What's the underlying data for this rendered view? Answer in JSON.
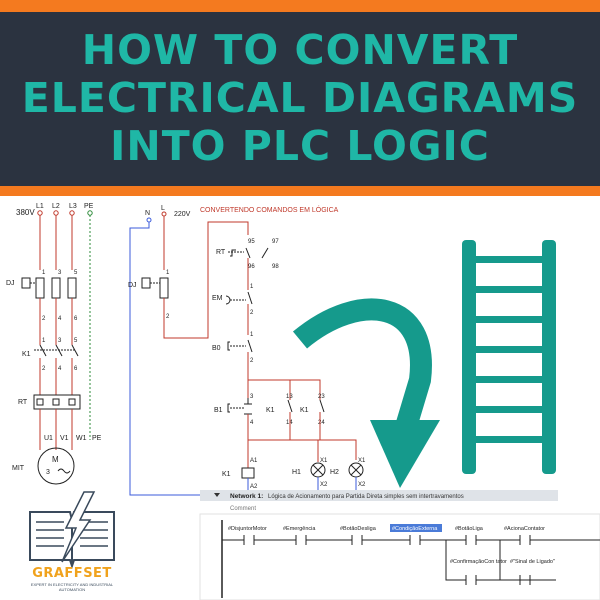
{
  "banner": {
    "title_lines": [
      "HOW TO CONVERT",
      "ELECTRICAL DIAGRAMS",
      "INTO PLC LOGIC"
    ],
    "title_color": "#1fb7a6",
    "background_color": "#2b3340",
    "stripe_color": "#f47a1f"
  },
  "power_circuit": {
    "voltage": "380V",
    "phases": [
      "L1",
      "L2",
      "L3",
      "PE"
    ],
    "breaker_label": "DJ",
    "contactor_label": "K1",
    "relay_label": "RT",
    "terminals_top": [
      "1",
      "3",
      "5"
    ],
    "terminals_bottom": [
      "2",
      "4",
      "6"
    ],
    "motor_terminals": [
      "U1",
      "V1",
      "W1",
      "PE"
    ],
    "motor_label": "MIT",
    "motor_symbol_m": "M",
    "motor_symbol_phase": "3"
  },
  "control_circuit": {
    "title": "CONVERTENDO COMANDOS EM LÓGICA",
    "supply_n": "N",
    "supply_l": "L",
    "voltage": "220V",
    "breaker_label": "DJ",
    "rt_label": "RT",
    "rt_terminals": [
      "95",
      "96",
      "97",
      "98"
    ],
    "em_label": "EM",
    "b0_label": "B0",
    "b1_label": "B1",
    "k1_label": "K1",
    "k1_contacts_a": [
      "13",
      "14"
    ],
    "k1_contacts_b": [
      "23",
      "24"
    ],
    "contact_numbers": [
      "1",
      "2",
      "3",
      "4"
    ],
    "coil_terminals": [
      "A1",
      "A2"
    ],
    "lamps": [
      {
        "label": "H1",
        "terminals": [
          "X1",
          "X2"
        ]
      },
      {
        "label": "H2",
        "terminals": [
          "X1",
          "X2"
        ]
      }
    ]
  },
  "plc": {
    "network_label": "Network 1:",
    "network_desc": "Lógica de Acionamento para Partida Direta simples sem intertravamentos",
    "comment_label": "Comment",
    "contacts": [
      "#DisjuntorMotor",
      "#Emergência",
      "#BotãoDesliga",
      "#CondiçãoExterna",
      "#BotãoLiga",
      "#AcionaContator"
    ],
    "branch_contacts": [
      "#ConfirmaçãoCon tator",
      "#\"Sinal de Ligado\""
    ]
  },
  "icons": [
    "ladder-icon",
    "curved-arrow-icon",
    "book-lightning-icon"
  ],
  "logo": {
    "name": "GRAFFSET",
    "tagline": "EXPERT IN ELECTRICITY AND INDUSTRIAL AUTOMATION",
    "accent_color": "#f0a21c"
  }
}
